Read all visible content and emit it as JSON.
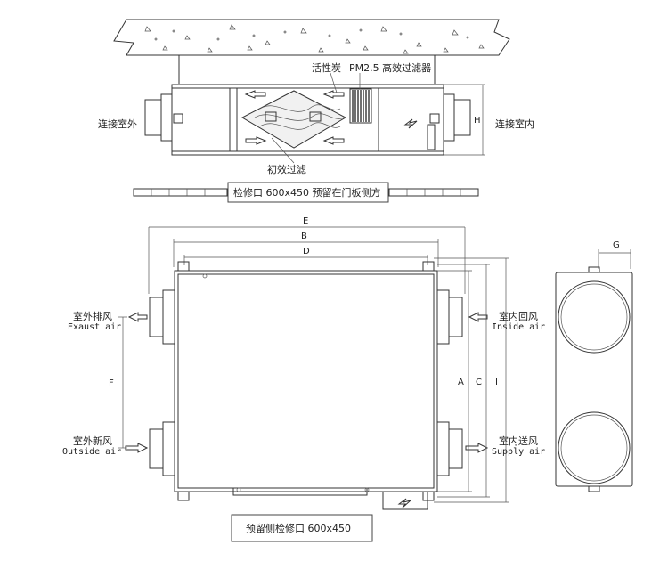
{
  "top_view": {
    "labels": {
      "activated_carbon": "活性炭",
      "pm25_filter": "PM2.5 高效过滤器",
      "connect_outdoor": "连接室外",
      "connect_indoor": "连接室内",
      "primary_filter": "初效过滤",
      "height_dim": "H"
    },
    "access_note": "检修口 600x450 预留在门板侧方"
  },
  "front_view": {
    "dims": {
      "E": "E",
      "B": "B",
      "D": "D",
      "A": "A",
      "C": "C",
      "I": "I",
      "F": "F"
    },
    "ports": {
      "exhaust": {
        "cn": "室外排风",
        "en": "Exaust air"
      },
      "outside": {
        "cn": "室外新风",
        "en": "Outside air"
      },
      "inside": {
        "cn": "室内回风",
        "en": "Inside air"
      },
      "supply": {
        "cn": "室内送风",
        "en": "Supply air"
      }
    },
    "access_note": "预留侧检修口 600x450"
  },
  "side_view": {
    "dims": {
      "G": "G"
    }
  }
}
